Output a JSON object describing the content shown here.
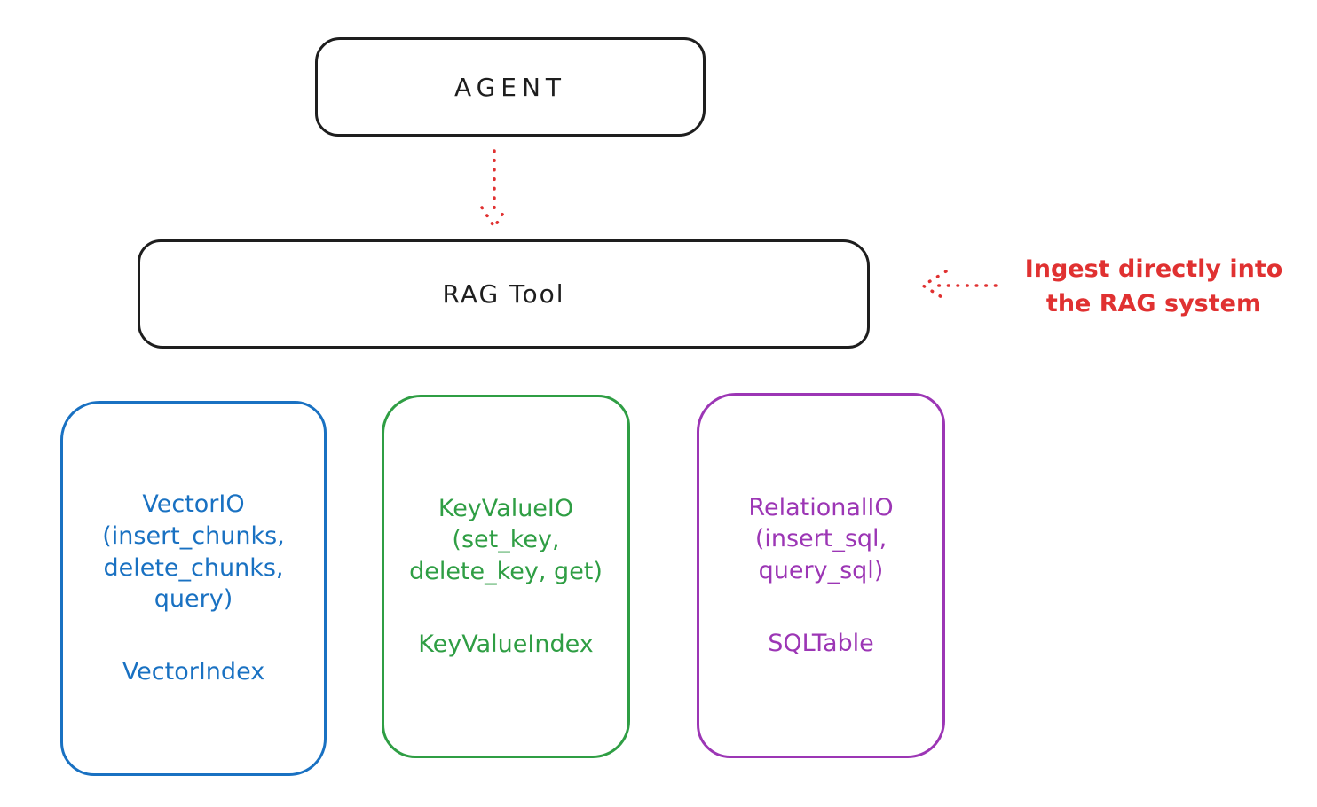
{
  "colors": {
    "stroke_black": "#1e1e1e",
    "arrow_red": "#e03131",
    "box_blue": "#1971c2",
    "box_green": "#2f9e44",
    "box_purple": "#9c36b5",
    "background": "#ffffff"
  },
  "agent": {
    "label": "AGENT"
  },
  "rag_tool": {
    "label": "RAG Tool"
  },
  "annotation": {
    "text": "Ingest directly into\nthe RAG system"
  },
  "io_boxes": [
    {
      "name": "vector",
      "color": "#1971c2",
      "io_text": "VectorIO\n(insert_chunks,\ndelete_chunks,\nquery)",
      "index_text": "VectorIndex"
    },
    {
      "name": "keyvalue",
      "color": "#2f9e44",
      "io_text": "KeyValueIO\n(set_key,\ndelete_key, get)",
      "index_text": "KeyValueIndex"
    },
    {
      "name": "relational",
      "color": "#9c36b5",
      "io_text": "RelationalIO\n(insert_sql,\nquery_sql)",
      "index_text": "SQLTable"
    }
  ]
}
